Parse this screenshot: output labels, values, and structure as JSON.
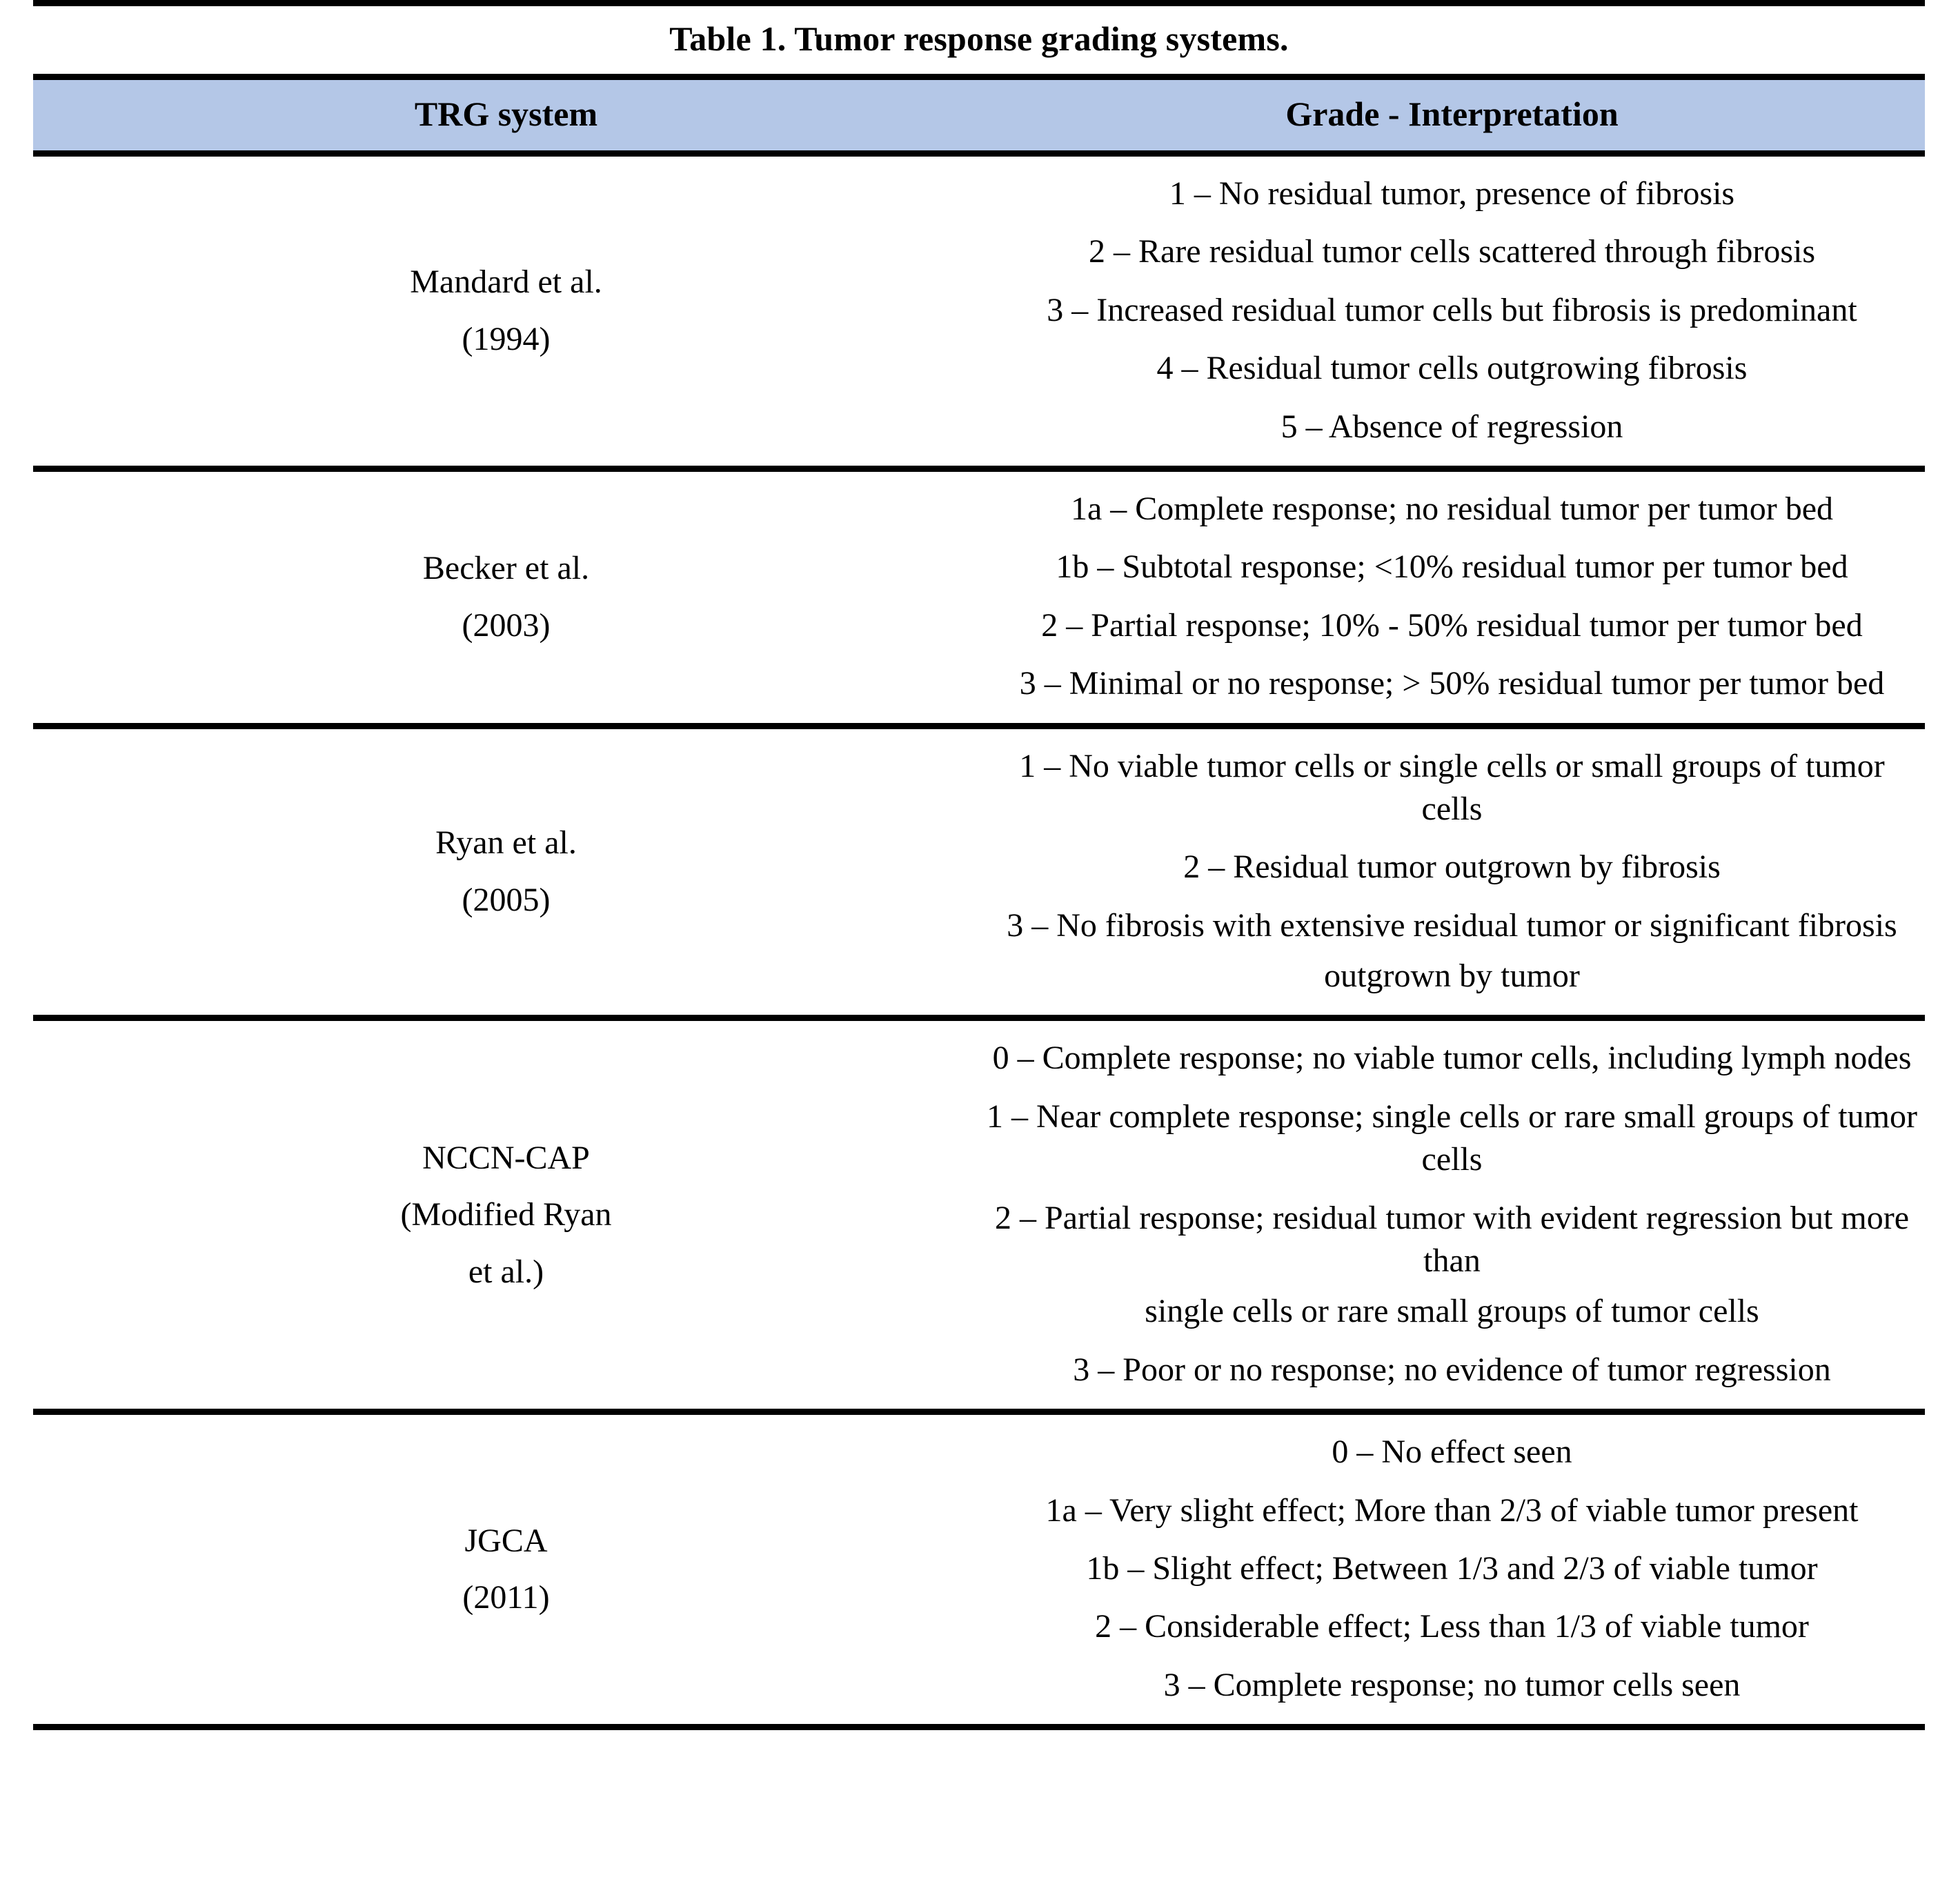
{
  "table": {
    "caption": "Table 1. Tumor response grading systems.",
    "header": {
      "col1": "TRG system",
      "col2": "Grade - Interpretation"
    },
    "accent_header_bg": "#b4c7e7",
    "rule_color": "#000000",
    "rows": [
      {
        "system_name": "Mandard et al.",
        "system_year": "(1994)",
        "system_label": "Mandard et al.\n(1994)",
        "grades": [
          "1 – No residual tumor, presence of fibrosis",
          "2 – Rare residual tumor cells scattered through fibrosis",
          "3 – Increased residual tumor cells but fibrosis is predominant",
          "4 – Residual tumor cells outgrowing fibrosis",
          "5 – Absence of regression"
        ]
      },
      {
        "system_name": "Becker et al.",
        "system_year": "(2003)",
        "system_label": "Becker et al.\n(2003)",
        "grades": [
          "1a – Complete response; no residual tumor per tumor bed",
          "1b – Subtotal response; <10% residual tumor per tumor bed",
          "2 – Partial response; 10% - 50% residual tumor per tumor bed",
          "3 – Minimal or no response; > 50% residual tumor per tumor bed"
        ]
      },
      {
        "system_name": "Ryan et al.",
        "system_year": "(2005)",
        "system_label": "Ryan et al.\n(2005)",
        "grades": [
          "1 – No viable tumor cells or single cells or small groups of tumor cells",
          "2 – Residual tumor outgrown by fibrosis",
          "3 – No fibrosis with extensive residual tumor or significant fibrosis",
          "outgrown by tumor"
        ]
      },
      {
        "system_name": "NCCN-CAP",
        "system_year": "(Modified Ryan et al.)",
        "system_label": "NCCN-CAP\n(Modified Ryan\net al.)",
        "grades": [
          "0 – Complete response; no viable tumor cells, including lymph nodes",
          "1 – Near complete response; single cells or rare small groups of tumor cells",
          "2 – Partial response; residual tumor with evident regression but more than",
          "single cells or rare small groups of tumor cells",
          "3 – Poor or no response; no evidence of tumor regression"
        ]
      },
      {
        "system_name": "JGCA",
        "system_year": "(2011)",
        "system_label": "JGCA\n(2011)",
        "grades": [
          "0 – No effect seen",
          "1a – Very slight effect; More than 2/3 of viable tumor present",
          "1b – Slight effect; Between 1/3 and 2/3 of viable tumor",
          "2 – Considerable effect; Less than 1/3 of viable tumor",
          "3 – Complete response; no tumor cells seen"
        ]
      }
    ]
  }
}
